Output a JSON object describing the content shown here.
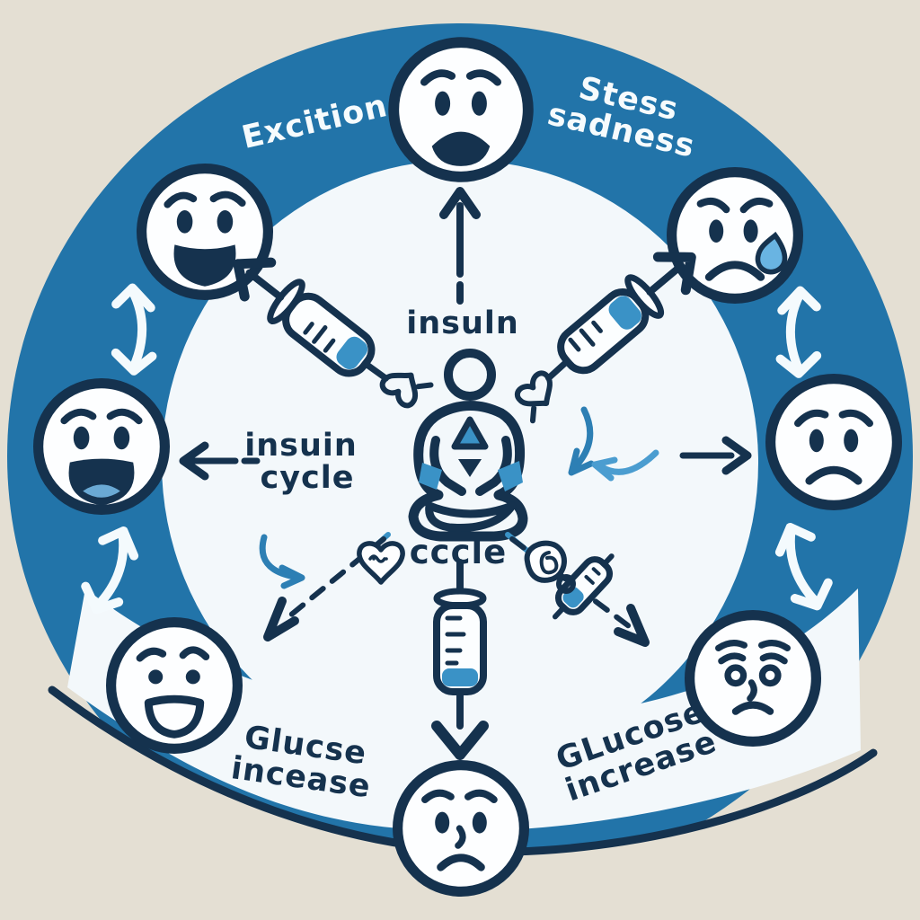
{
  "diagram": {
    "title": "insulin cycle emotions diagram",
    "labels": {
      "excitement": "Excition",
      "stress_line1": "Stess",
      "stress_line2": "sadness",
      "insulin": "insuln",
      "cycle_line1": "insuin",
      "cycle_line2": "cycle",
      "center_cycle": "cccle",
      "glucose_left_line1": "Glucse",
      "glucose_left_line2": "incease",
      "glucose_right_line1": "GLucose",
      "glucose_right_line2": "increase"
    },
    "colors": {
      "background": "#e4dfd3",
      "ring_blue": "#2274a9",
      "inner_white": "#f3f8fb",
      "outline_navy": "#15324e",
      "accent_blue": "#3a92c6",
      "text_white": "#f6fbfd"
    },
    "faces": [
      {
        "id": "face-top-center",
        "mood": "worried"
      },
      {
        "id": "face-top-left",
        "mood": "excited"
      },
      {
        "id": "face-top-right",
        "mood": "crying"
      },
      {
        "id": "face-middle-left",
        "mood": "laughing"
      },
      {
        "id": "face-middle-right",
        "mood": "sad"
      },
      {
        "id": "face-bottom-left",
        "mood": "happy"
      },
      {
        "id": "face-bottom-right",
        "mood": "anxious"
      },
      {
        "id": "face-bottom-center",
        "mood": "sad"
      }
    ]
  }
}
